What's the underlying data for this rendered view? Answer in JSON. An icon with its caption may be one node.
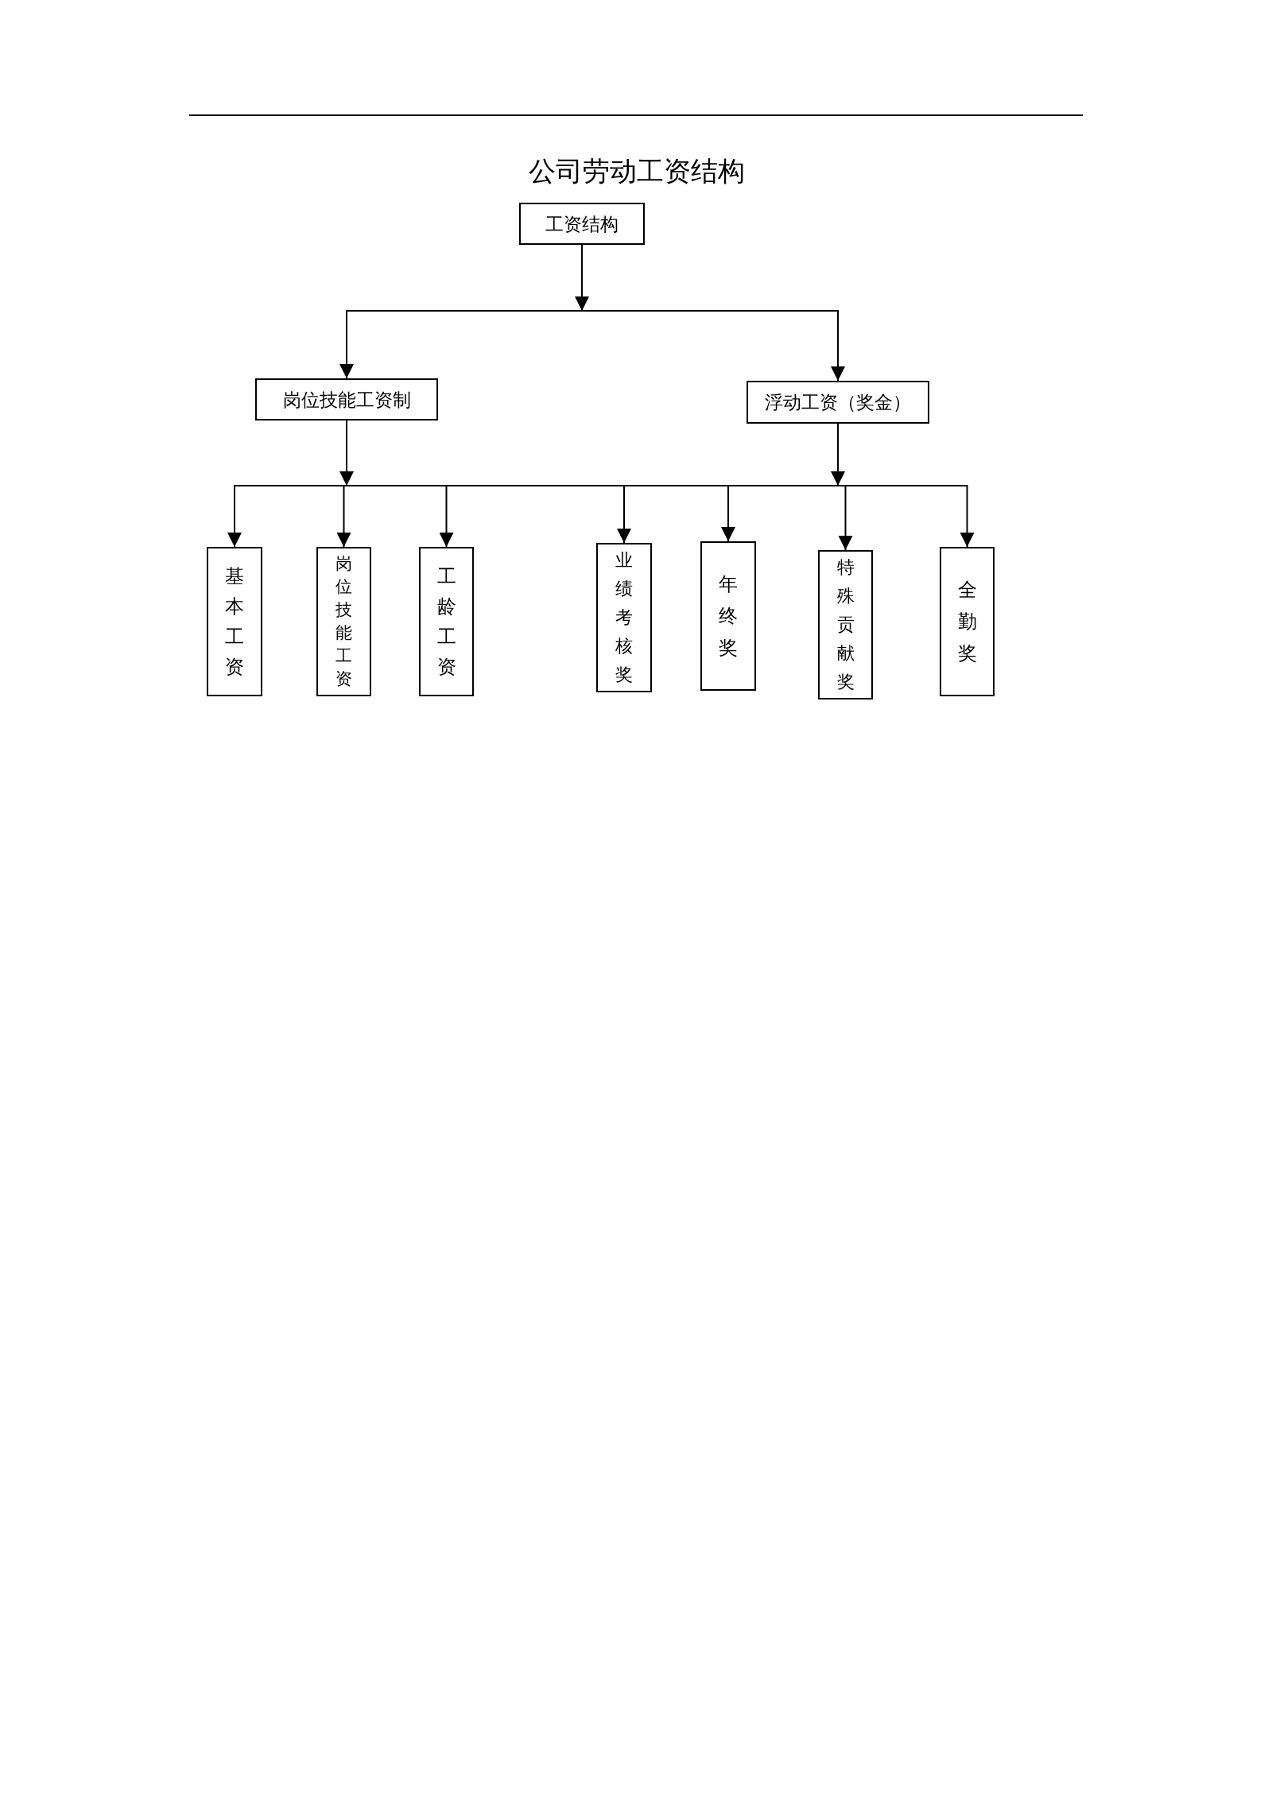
{
  "diagram": {
    "title": "公司劳动工资结构",
    "nodes": [
      {
        "text": [
          "工资结构"
        ]
      },
      {
        "text": [
          "岗位技能工资制"
        ]
      },
      {
        "text": [
          "浮动工资（奖金）"
        ]
      },
      {
        "text": [
          "基本工资"
        ]
      },
      {
        "text": [
          "岗位技能工资"
        ]
      },
      {
        "text": [
          "工龄工资"
        ]
      },
      {
        "text": [
          "业绩考核奖"
        ]
      },
      {
        "text": [
          "年终奖"
        ]
      },
      {
        "text": [
          "特殊贡献奖"
        ]
      },
      {
        "text": [
          "全勤奖"
        ]
      }
    ],
    "edges": [
      {
        "from": 0,
        "to": 1,
        "arrow": "to"
      },
      {
        "from": 0,
        "to": 2,
        "arrow": "to"
      },
      {
        "from": 1,
        "to": 3,
        "arrow": "to"
      },
      {
        "from": 1,
        "to": 4,
        "arrow": "to"
      },
      {
        "from": 1,
        "to": 5,
        "arrow": "to"
      },
      {
        "from": 2,
        "to": 6,
        "arrow": "to"
      },
      {
        "from": 2,
        "to": 7,
        "arrow": "to"
      },
      {
        "from": 2,
        "to": 8,
        "arrow": "to"
      },
      {
        "from": 2,
        "to": 9,
        "arrow": "to"
      }
    ]
  }
}
